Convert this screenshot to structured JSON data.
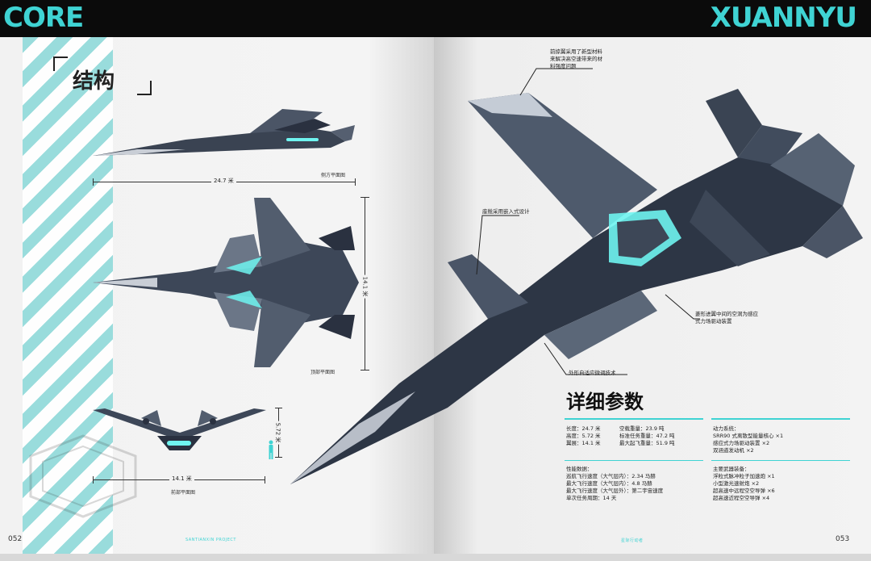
{
  "header": {
    "left_brand": "CORE",
    "right_brand": "XUANNYU",
    "brand_color": "#3fd3d3"
  },
  "left_page": {
    "section_title": "结构",
    "side_view": {
      "length_label": "24.7 米",
      "caption": "侧方平面图"
    },
    "top_view": {
      "height_label": "14.1 米",
      "caption": "顶部平面图"
    },
    "front_view": {
      "width_label": "14.1 米",
      "height_label": "5.72 米",
      "caption": "前部平面图"
    },
    "page_number": "052",
    "footer": "SANTIANXIN PROJECT"
  },
  "right_page": {
    "callouts": [
      {
        "text": "前掠翼采用了新型材料来解决高空速带来的材料强度问题"
      },
      {
        "text": "座舱采用嵌入式设计"
      },
      {
        "text": "菱形进翼中间的空洞为感应式力场驱动装置"
      },
      {
        "text": "外形自适应微调技术"
      }
    ],
    "details_title": "详细参数",
    "specs_basic_left": [
      "长度：24.7 米",
      "高度：5.72 米",
      "翼展：14.1 米"
    ],
    "specs_basic_right": [
      "空载重量：23.9 吨",
      "标准任务重量：47.2 吨",
      "最大起飞重量：51.9 吨"
    ],
    "performance_title": "性能数据：",
    "performance": [
      "巡航飞行速度（大气层内）：2.34 马赫",
      "最大飞行速度（大气层内）：4.8 马赫",
      "最大飞行速度（大气层外）：第二宇宙速度",
      "单次任务周期：14 天"
    ],
    "power_title": "动力系统：",
    "power": [
      "SRR90 式离散型能量核心 ×1",
      "感应式力场驱动装置 ×2",
      "双涵道发动机 ×2"
    ],
    "weapons_title": "主要武器装备：",
    "weapons": [
      "浮粒式脉冲粒子加速炮 ×1",
      "小型激光速射炮 ×2",
      "超高速中远程空空导弹 ×6",
      "超高速近程空空导弹 ×4"
    ],
    "page_number": "053",
    "footer": "星际行动者"
  },
  "colors": {
    "accent": "#3fd3d3",
    "jet_dark": "#2a3140",
    "jet_mid": "#5b6778",
    "jet_light": "#a8b2bf",
    "glow": "#6ff4f0"
  }
}
